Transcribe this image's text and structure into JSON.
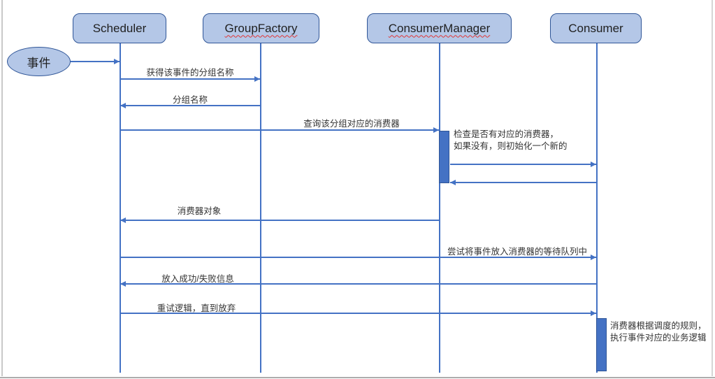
{
  "diagram": {
    "type": "sequence-diagram",
    "lifelines": [
      {
        "label": "Scheduler",
        "spellcheck_flagged": false
      },
      {
        "label": "GroupFactory",
        "spellcheck_flagged": true
      },
      {
        "label": "ConsumerManager",
        "spellcheck_flagged": true
      },
      {
        "label": "Consumer",
        "spellcheck_flagged": false
      }
    ],
    "event_actor": {
      "label": "事件",
      "shape": "ellipse"
    },
    "messages": [
      {
        "label": "",
        "from": "事件",
        "to": "Scheduler"
      },
      {
        "label": "获得该事件的分组名称",
        "from": "Scheduler",
        "to": "GroupFactory"
      },
      {
        "label": "分组名称",
        "from": "GroupFactory",
        "to": "Scheduler"
      },
      {
        "label": "查询该分组对应的消费器",
        "from": "Scheduler",
        "to": "ConsumerManager"
      },
      {
        "label": "",
        "from": "ConsumerManager",
        "to": "Consumer"
      },
      {
        "label": "",
        "from": "Consumer",
        "to": "ConsumerManager"
      },
      {
        "label": "消费器对象",
        "from": "ConsumerManager",
        "to": "Scheduler"
      },
      {
        "label": "尝试将事件放入消费器的等待队列中",
        "from": "Scheduler",
        "to": "Consumer"
      },
      {
        "label": "放入成功/失败信息",
        "from": "Consumer",
        "to": "Scheduler"
      },
      {
        "label": "重试逻辑，直到放弃",
        "from": "Scheduler",
        "to": "Consumer"
      }
    ],
    "activations": [
      {
        "lifeline": "ConsumerManager",
        "note": "检查是否有对应的消费器，\n如果没有，则初始化一个新的"
      },
      {
        "lifeline": "Consumer",
        "note": "消费器根据调度的规则，\n执行事件对应的业务逻辑"
      }
    ],
    "colors": {
      "shape_fill": "#b4c7e7",
      "shape_border": "#2f5597",
      "connector": "#4472c4",
      "activation_fill": "#4472c4",
      "spellcheck_underline": "#e03535",
      "label_text": "#333333"
    }
  }
}
